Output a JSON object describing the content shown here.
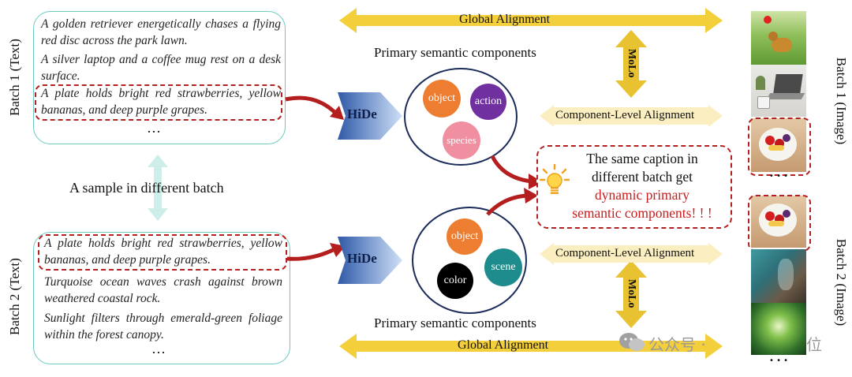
{
  "batch1_text": {
    "label": "Batch 1 (Text)",
    "captions": [
      "A golden retriever energetically chases a flying red disc across the park lawn.",
      "A silver laptop and a coffee mug rest on a desk surface.",
      "A plate holds bright red strawberries, yellow bananas, and deep purple grapes."
    ],
    "ellipsis": "…"
  },
  "batch2_text": {
    "label": "Batch 2 (Text)",
    "captions": [
      "A plate holds bright red strawberries, yellow bananas, and deep purple grapes.",
      "Turquoise ocean waves crash against brown weathered coastal rock.",
      "Sunlight filters through emerald-green foliage within the forest canopy."
    ],
    "ellipsis": "…"
  },
  "sample_label": "A sample in different batch",
  "hide_label": "HiDe",
  "primary_heading": "Primary semantic components",
  "components_top": [
    "object",
    "action",
    "species"
  ],
  "components_bottom": [
    "object",
    "scene",
    "color"
  ],
  "global_alignment": "Global Alignment",
  "component_alignment": "Component-Level Alignment",
  "molo_label": "MoLo",
  "note": {
    "line1": "The same caption in",
    "line2": "different batch get",
    "line3": "dynamic primary",
    "line4": "semantic components! ! !"
  },
  "batch1_image_label": "Batch 1 (Image)",
  "batch2_image_label": "Batch 2 (Image)",
  "image_ellipsis": "• • •",
  "watermark": "公众号 · ",
  "watermark_tail": "位",
  "colors": {
    "teal_border": "#6cc9c0",
    "dashed_red": "#b22222",
    "highlight_red": "#c81e1e",
    "gold_arrow": "#f3cf3c",
    "hide_blue": "#3d6cc0",
    "object": "#ed7d31",
    "action": "#7030a0",
    "species": "#f08fa0",
    "scene": "#1e8c8c",
    "color": "#000000"
  }
}
